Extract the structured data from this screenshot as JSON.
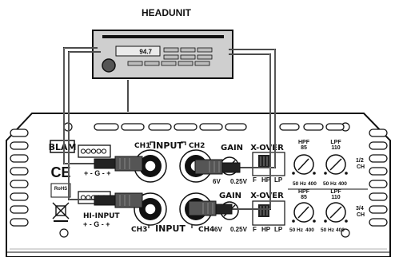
{
  "headunit": {
    "title": "HEADUNIT",
    "frequency": "94.7"
  },
  "amplifier": {
    "brand": "BLAM",
    "ce_mark": "CE",
    "rohs_label": "RoHS",
    "input_label": "INPUT",
    "channels": {
      "ch1": "CH1",
      "ch2": "CH2",
      "ch3": "CH3",
      "ch4": "CH4"
    },
    "hi_input": {
      "label": "HI-INPUT",
      "pins_top": "+ - G - +",
      "pins_bottom": "+ - G - +"
    },
    "gain": {
      "label": "GAIN",
      "min": "6V",
      "max": "0.25V"
    },
    "xover": {
      "label": "X-OVER",
      "modes": [
        "F",
        "HP",
        "LP"
      ]
    },
    "hpf": {
      "label": "HPF",
      "value": "85",
      "min": "50 Hz",
      "max": "400"
    },
    "lpf": {
      "label": "LPF",
      "value": "110",
      "min": "50 Hz",
      "max": "400"
    },
    "channel_group_top": [
      "1/2",
      "CH"
    ],
    "channel_group_bottom": [
      "3/4",
      "CH"
    ]
  }
}
